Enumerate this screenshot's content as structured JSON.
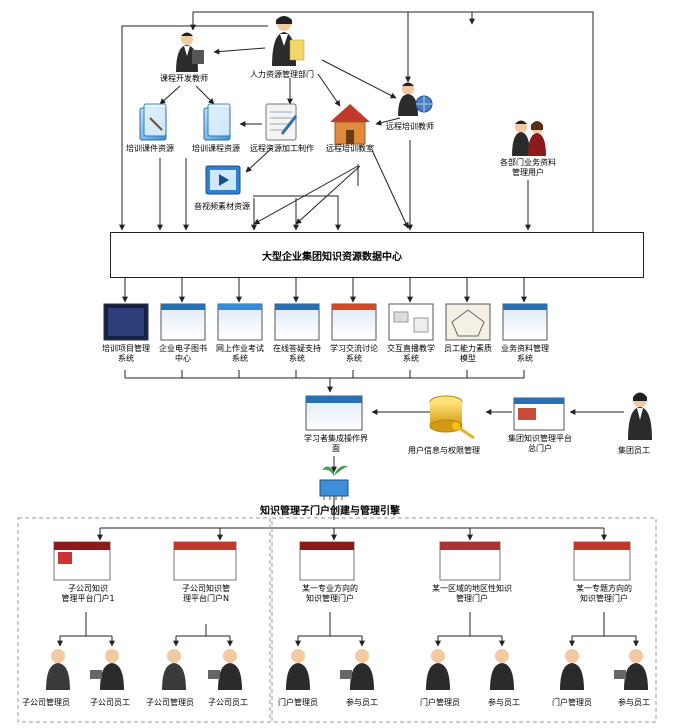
{
  "roles": {
    "hr": "人力资源管理部门",
    "course_dev": "课程开发教师",
    "remote_teacher": "远程培训教师",
    "dept_users": "各部门业务资料\n管理用户",
    "group_staff": "集团员工"
  },
  "resources": {
    "courseware": "培训课件资源",
    "course": "培训课程资源",
    "processing": "远程资源加工制作",
    "classroom": "远程培训教室",
    "av": "音视频素材资源"
  },
  "hub": {
    "title": "大型企业集团知识资源数据中心"
  },
  "systems": [
    {
      "label": "培训项目管理\n系统"
    },
    {
      "label": "企业电子图书\n中心"
    },
    {
      "label": "网上作业考试\n系统"
    },
    {
      "label": "在线答疑支持\n系统"
    },
    {
      "label": "学习交流讨论\n系统"
    },
    {
      "label": "交互直播教学\n系统"
    },
    {
      "label": "员工能力素质\n模型"
    },
    {
      "label": "业务资料管理\n系统"
    }
  ],
  "middle": {
    "learner_ui": "学习者集成操作界\n面",
    "user_auth": "用户信息与权限管理",
    "portal": "集团知识管理平台\n总门户"
  },
  "engine": {
    "title": "知识管理子门户创建与管理引擎"
  },
  "subportals": {
    "p1": "子公司知识\n管理平台门户1",
    "pn": "子公司知识管\n理平台门户N",
    "prof": "某一专业方向的\n知识管理门户",
    "region": "某一区域的地区性知识\n管理门户",
    "topic": "某一专题方向的\n知识管理门户"
  },
  "people": {
    "sub_admin": "子公司管理员",
    "sub_staff": "子公司员工",
    "portal_admin": "门户管理员",
    "participant": "参与员工"
  },
  "colors": {
    "suit": "#2b2b2b",
    "skin": "#f2c9a0",
    "folder_blue": "#5aa9e6",
    "db_gold": "#e8b830",
    "house_orange": "#e08a3c"
  }
}
